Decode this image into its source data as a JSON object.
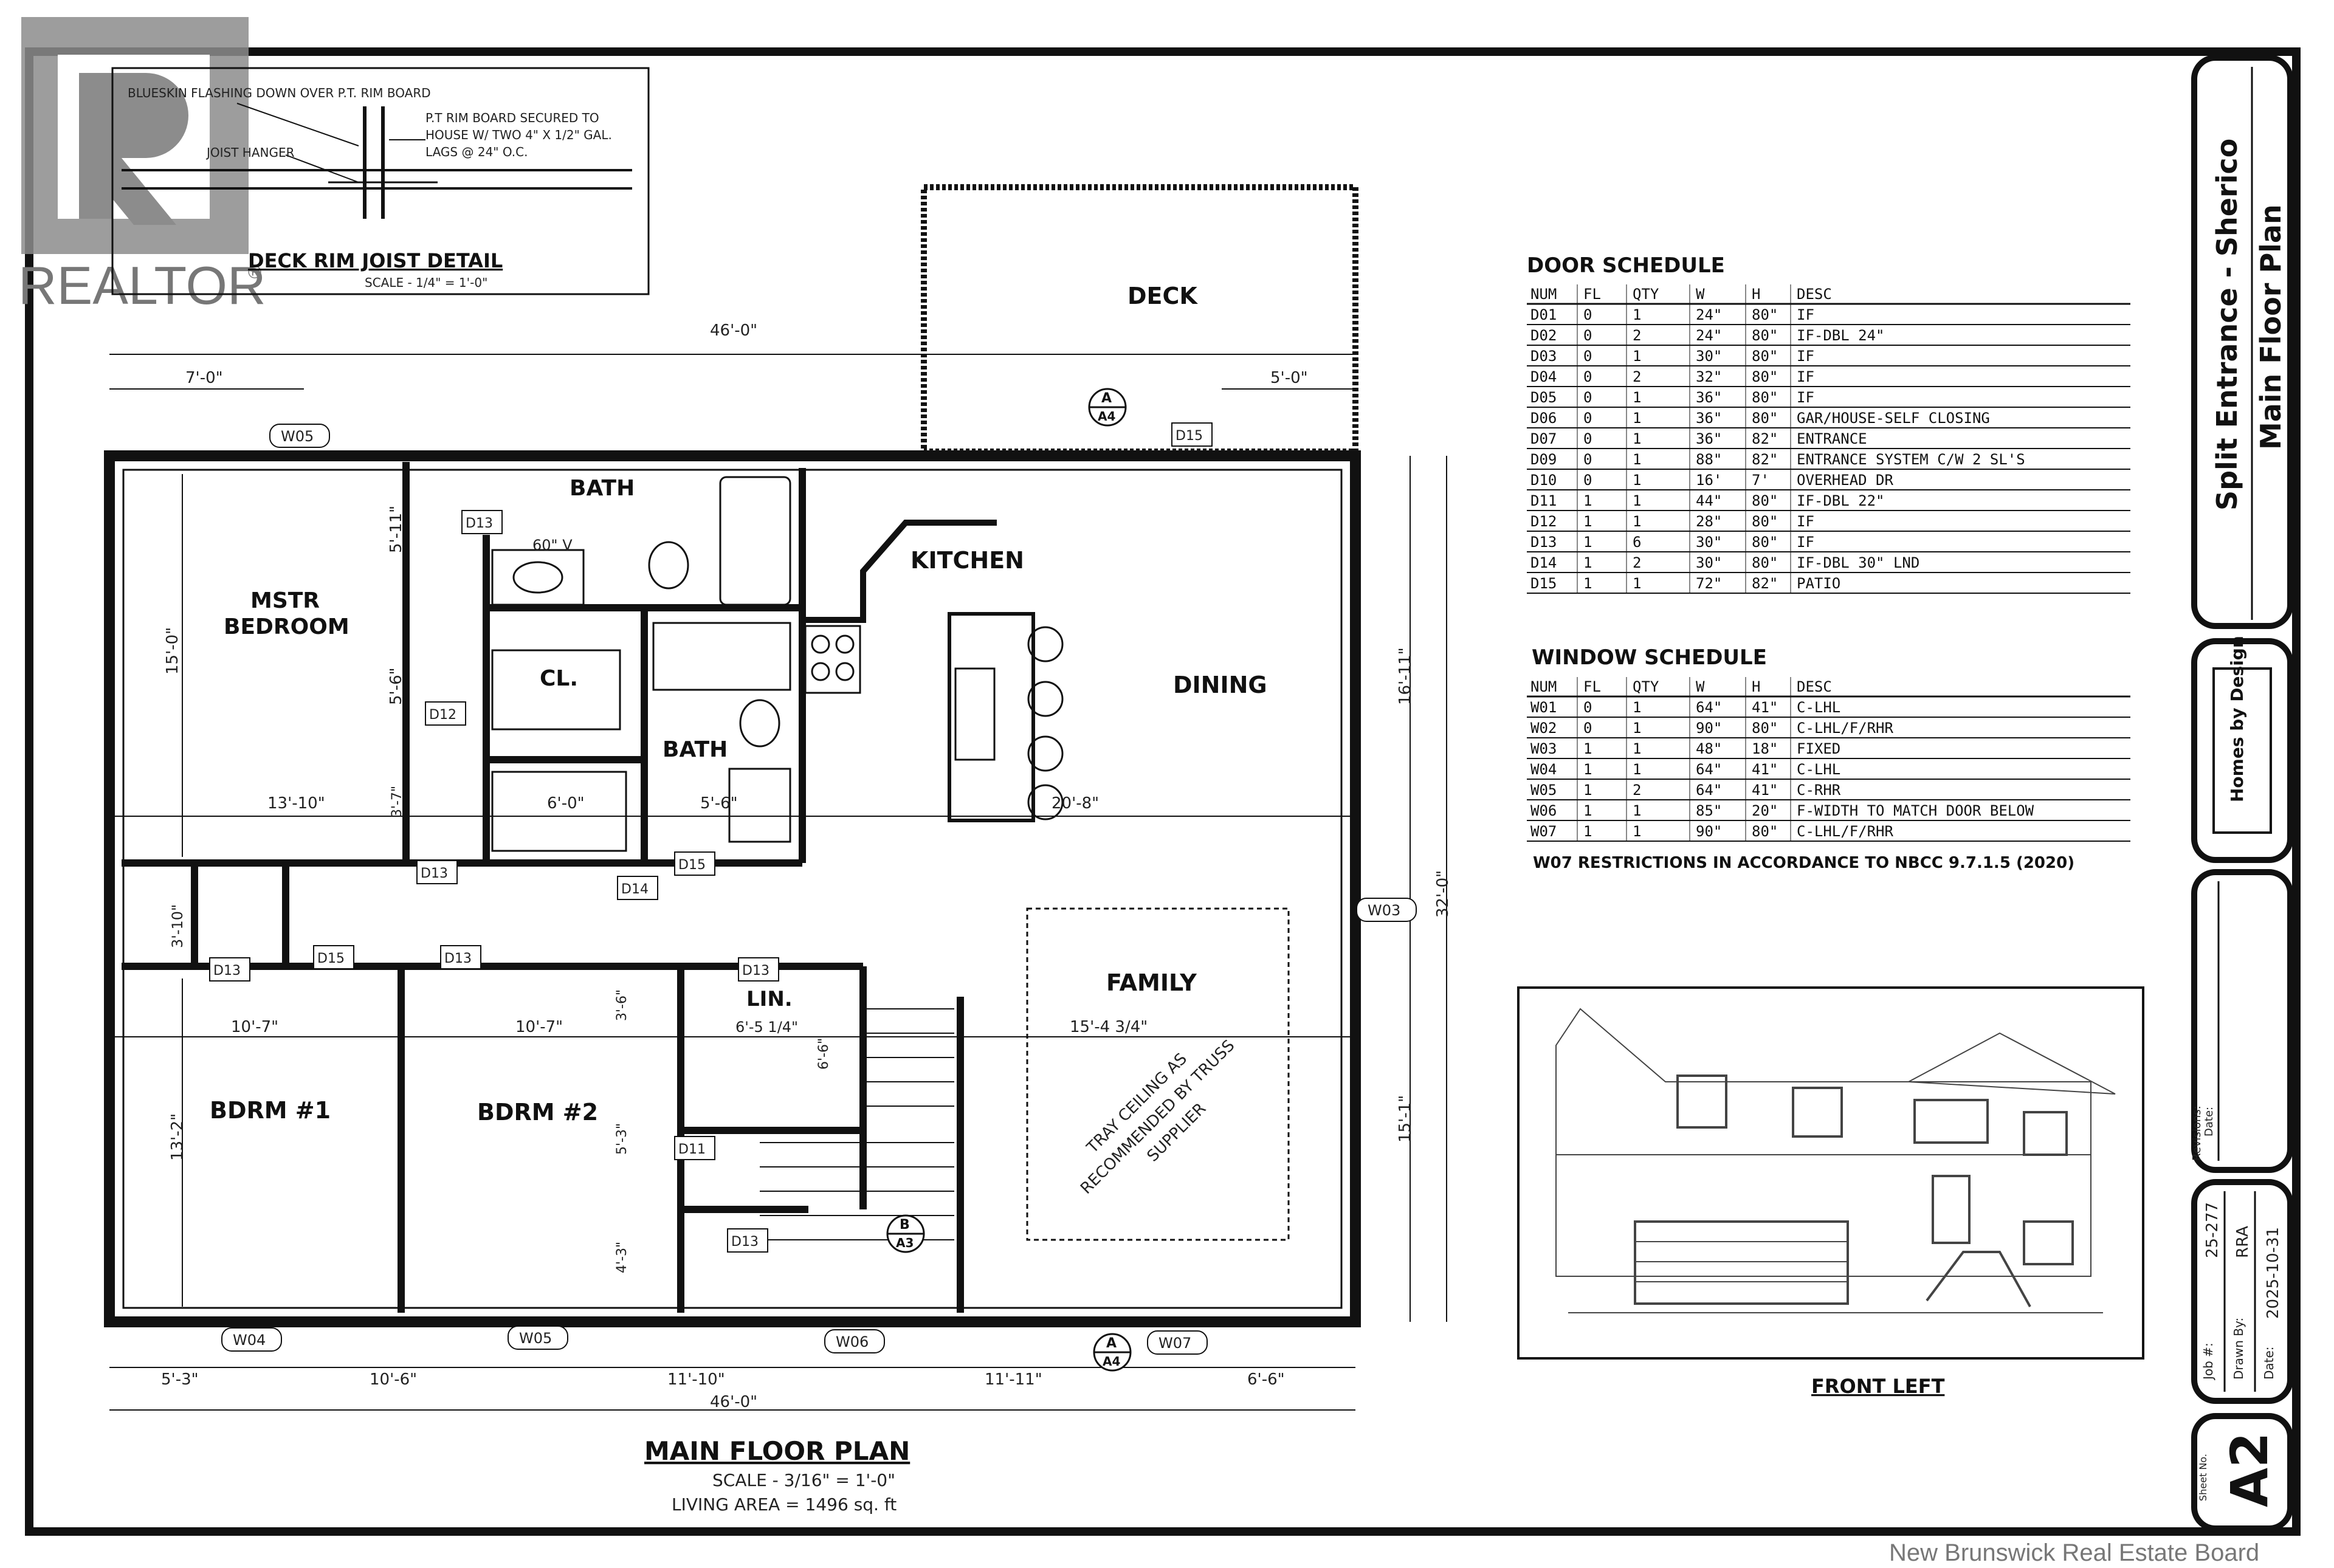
{
  "watermark": {
    "brand": "REALTOR",
    "registered": "®",
    "board": "New Brunswick Real Estate Board"
  },
  "detail": {
    "title": "DECK RIM JOIST DETAIL",
    "scale": "SCALE - 1/4\" = 1'-0\"",
    "note_flashing": "BLUESKIN FLASHING DOWN OVER P.T. RIM BOARD",
    "note_hanger": "JOIST HANGER",
    "note_rim": "P.T RIM BOARD SECURED TO HOUSE W/ TWO 4\" X 1/2\" GAL. LAGS @ 24\" O.C."
  },
  "rooms": {
    "deck": "DECK",
    "bath1": "BATH",
    "kitchen": "KITCHEN",
    "mstr1": "MSTR",
    "mstr2": "BEDROOM",
    "closet": "CL.",
    "dining": "DINING",
    "bath2": "BATH",
    "lin": "LIN.",
    "family": "FAMILY",
    "bdrm1": "BDRM #1",
    "bdrm2": "BDRM #2"
  },
  "notes": {
    "vanity": "60\" V",
    "tray1": "TRAY CEILING AS",
    "tray2": "RECOMMENDED BY TRUSS",
    "tray3": "SUPPLIER"
  },
  "dimensions": {
    "top_overall": "46'-0\"",
    "top_left": "7'-0\"",
    "deck_right": "5'-0\"",
    "mstr_w": "13'-10\"",
    "mstr_h": "15'-0\"",
    "bath_h": "5'-11\"",
    "cl_h": "5'-6\"",
    "small_h": "3'-7\"",
    "hall_w": "6'-0\"",
    "bath2_w": "5'-6\"",
    "dining_w": "20'-8\"",
    "right_h1": "16'-11\"",
    "right_overall": "32'-0\"",
    "right_h2": "15'-1\"",
    "hall_h": "3'-10\"",
    "bdrm1_w": "10'-7\"",
    "bdrm2_w": "10'-7\"",
    "bdrm_h": "13'-2\"",
    "lin_w": "6'-5 1/4\"",
    "lin_h": "3'-6\"",
    "stair_h": "6'-6\"",
    "family_w": "15'-4 3/4\"",
    "d11_h": "5'-3\"",
    "d13_h": "4'-3\"",
    "bot_1": "5'-3\"",
    "bot_2": "10'-6\"",
    "bot_3": "11'-10\"",
    "bot_4": "11'-11\"",
    "bot_5": "6'-6\"",
    "bot_overall": "46'-0\""
  },
  "tags": {
    "w05a": "W05",
    "w05b": "W05",
    "w04": "W04",
    "w06": "W06",
    "w07": "W07",
    "w03": "W03",
    "d15_top": "D15",
    "d13_bath": "D13",
    "d12": "D12",
    "d13_hall": "D13",
    "d14": "D14",
    "d15_hall": "D15",
    "d13_b1": "D13",
    "d15_b1": "D15",
    "d13_b2": "D13",
    "d13_lin": "D13",
    "d11": "D11",
    "d13_stair": "D13",
    "sec_a_top": "A",
    "sec_a_top_sheet": "A4",
    "sec_a_bot": "A",
    "sec_a_bot_sheet": "A4",
    "sec_b": "B",
    "sec_b_sheet": "A3"
  },
  "plan_title": {
    "title": "MAIN FLOOR PLAN",
    "scale": "SCALE - 3/16\" = 1'-0\"",
    "area": "LIVING AREA = 1496 sq. ft"
  },
  "door_schedule": {
    "title": "DOOR SCHEDULE",
    "headers": [
      "NUM",
      "FL",
      "QTY",
      "W",
      "H",
      "DESC"
    ],
    "rows": [
      [
        "D01",
        "0",
        "1",
        "24\"",
        "80\"",
        "IF"
      ],
      [
        "D02",
        "0",
        "2",
        "24\"",
        "80\"",
        "IF-DBL 24\""
      ],
      [
        "D03",
        "0",
        "1",
        "30\"",
        "80\"",
        "IF"
      ],
      [
        "D04",
        "0",
        "2",
        "32\"",
        "80\"",
        "IF"
      ],
      [
        "D05",
        "0",
        "1",
        "36\"",
        "80\"",
        "IF"
      ],
      [
        "D06",
        "0",
        "1",
        "36\"",
        "80\"",
        "GAR/HOUSE-SELF CLOSING"
      ],
      [
        "D07",
        "0",
        "1",
        "36\"",
        "82\"",
        "ENTRANCE"
      ],
      [
        "D09",
        "0",
        "1",
        "88\"",
        "82\"",
        "ENTRANCE SYSTEM C/W 2 SL'S"
      ],
      [
        "D10",
        "0",
        "1",
        "16'",
        "7'",
        "OVERHEAD DR"
      ],
      [
        "D11",
        "1",
        "1",
        "44\"",
        "80\"",
        "IF-DBL 22\""
      ],
      [
        "D12",
        "1",
        "1",
        "28\"",
        "80\"",
        "IF"
      ],
      [
        "D13",
        "1",
        "6",
        "30\"",
        "80\"",
        "IF"
      ],
      [
        "D14",
        "1",
        "2",
        "30\"",
        "80\"",
        "IF-DBL 30\" LND"
      ],
      [
        "D15",
        "1",
        "1",
        "72\"",
        "82\"",
        "PATIO"
      ]
    ]
  },
  "window_schedule": {
    "title": "WINDOW SCHEDULE",
    "headers": [
      "NUM",
      "FL",
      "QTY",
      "W",
      "H",
      "DESC"
    ],
    "rows": [
      [
        "W01",
        "0",
        "1",
        "64\"",
        "41\"",
        "C-LHL"
      ],
      [
        "W02",
        "0",
        "1",
        "90\"",
        "80\"",
        "C-LHL/F/RHR"
      ],
      [
        "W03",
        "1",
        "1",
        "48\"",
        "18\"",
        "FIXED"
      ],
      [
        "W04",
        "1",
        "1",
        "64\"",
        "41\"",
        "C-LHL"
      ],
      [
        "W05",
        "1",
        "2",
        "64\"",
        "41\"",
        "C-RHR"
      ],
      [
        "W06",
        "1",
        "1",
        "85\"",
        "20\"",
        "F-WIDTH TO MATCH DOOR BELOW"
      ],
      [
        "W07",
        "1",
        "1",
        "90\"",
        "80\"",
        "C-LHL/F/RHR"
      ]
    ],
    "note": "W07 RESTRICTIONS IN ACCORDANCE TO NBCC 9.7.1.5 (2020)"
  },
  "render": {
    "caption": "FRONT LEFT"
  },
  "title_block": {
    "project": "Split Entrance - Sherico",
    "sheet_name": "Main Floor Plan",
    "company": "Homes by Design",
    "date_label": "Date:",
    "revisions_label": "Revisions:",
    "job_label": "Job #:",
    "job": "25-277",
    "drawn_label": "Drawn By:",
    "drawn": "RRA",
    "date_label2": "Date:",
    "date": "2025-10-31",
    "sheet_label": "Sheet No.",
    "sheet": "A2"
  }
}
